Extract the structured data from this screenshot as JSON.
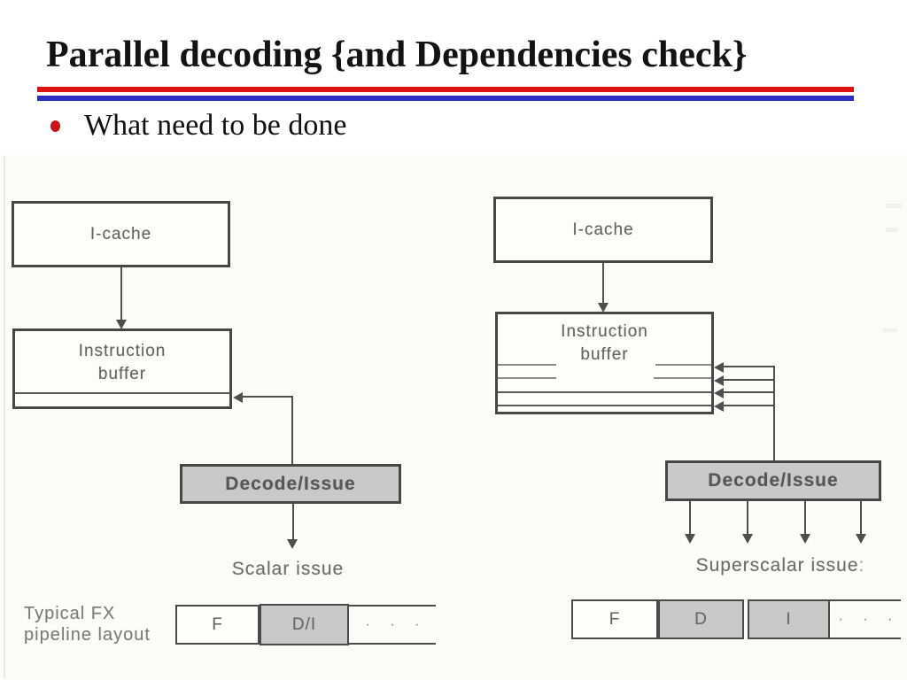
{
  "theme": {
    "accent_red": "#dd1212",
    "accent_blue": "#2a2fc2",
    "bullet_red": "#c81414",
    "title_color": "#131313",
    "scan_bg": "#fbfbf9",
    "box_border": "#474747",
    "box_fill": "#c9c9c9",
    "line_color": "#4f4f4f",
    "label_color": "#626262",
    "caption_color": "#7b7b7b"
  },
  "slide": {
    "title": "Parallel decoding {and Dependencies check}",
    "bullet": "What need to be done"
  },
  "figure": {
    "left": {
      "icache": "I-cache",
      "buffer_line1": "Instruction",
      "buffer_line2": "buffer",
      "decode": "Decode/Issue",
      "issue": "Scalar issue",
      "caption_line1": "Typical FX",
      "caption_line2": "pipeline layout",
      "cell_f": "F",
      "cell_di": "D/I",
      "dots": "· · ·"
    },
    "right": {
      "icache": "I-cache",
      "buffer_line1": "Instruction",
      "buffer_line2": "buffer",
      "decode": "Decode/Issue",
      "issue": "Superscalar issue",
      "issue_suffix": ":",
      "cell_f": "F",
      "cell_d": "D",
      "cell_i": "I",
      "dots": "· · ·"
    }
  }
}
